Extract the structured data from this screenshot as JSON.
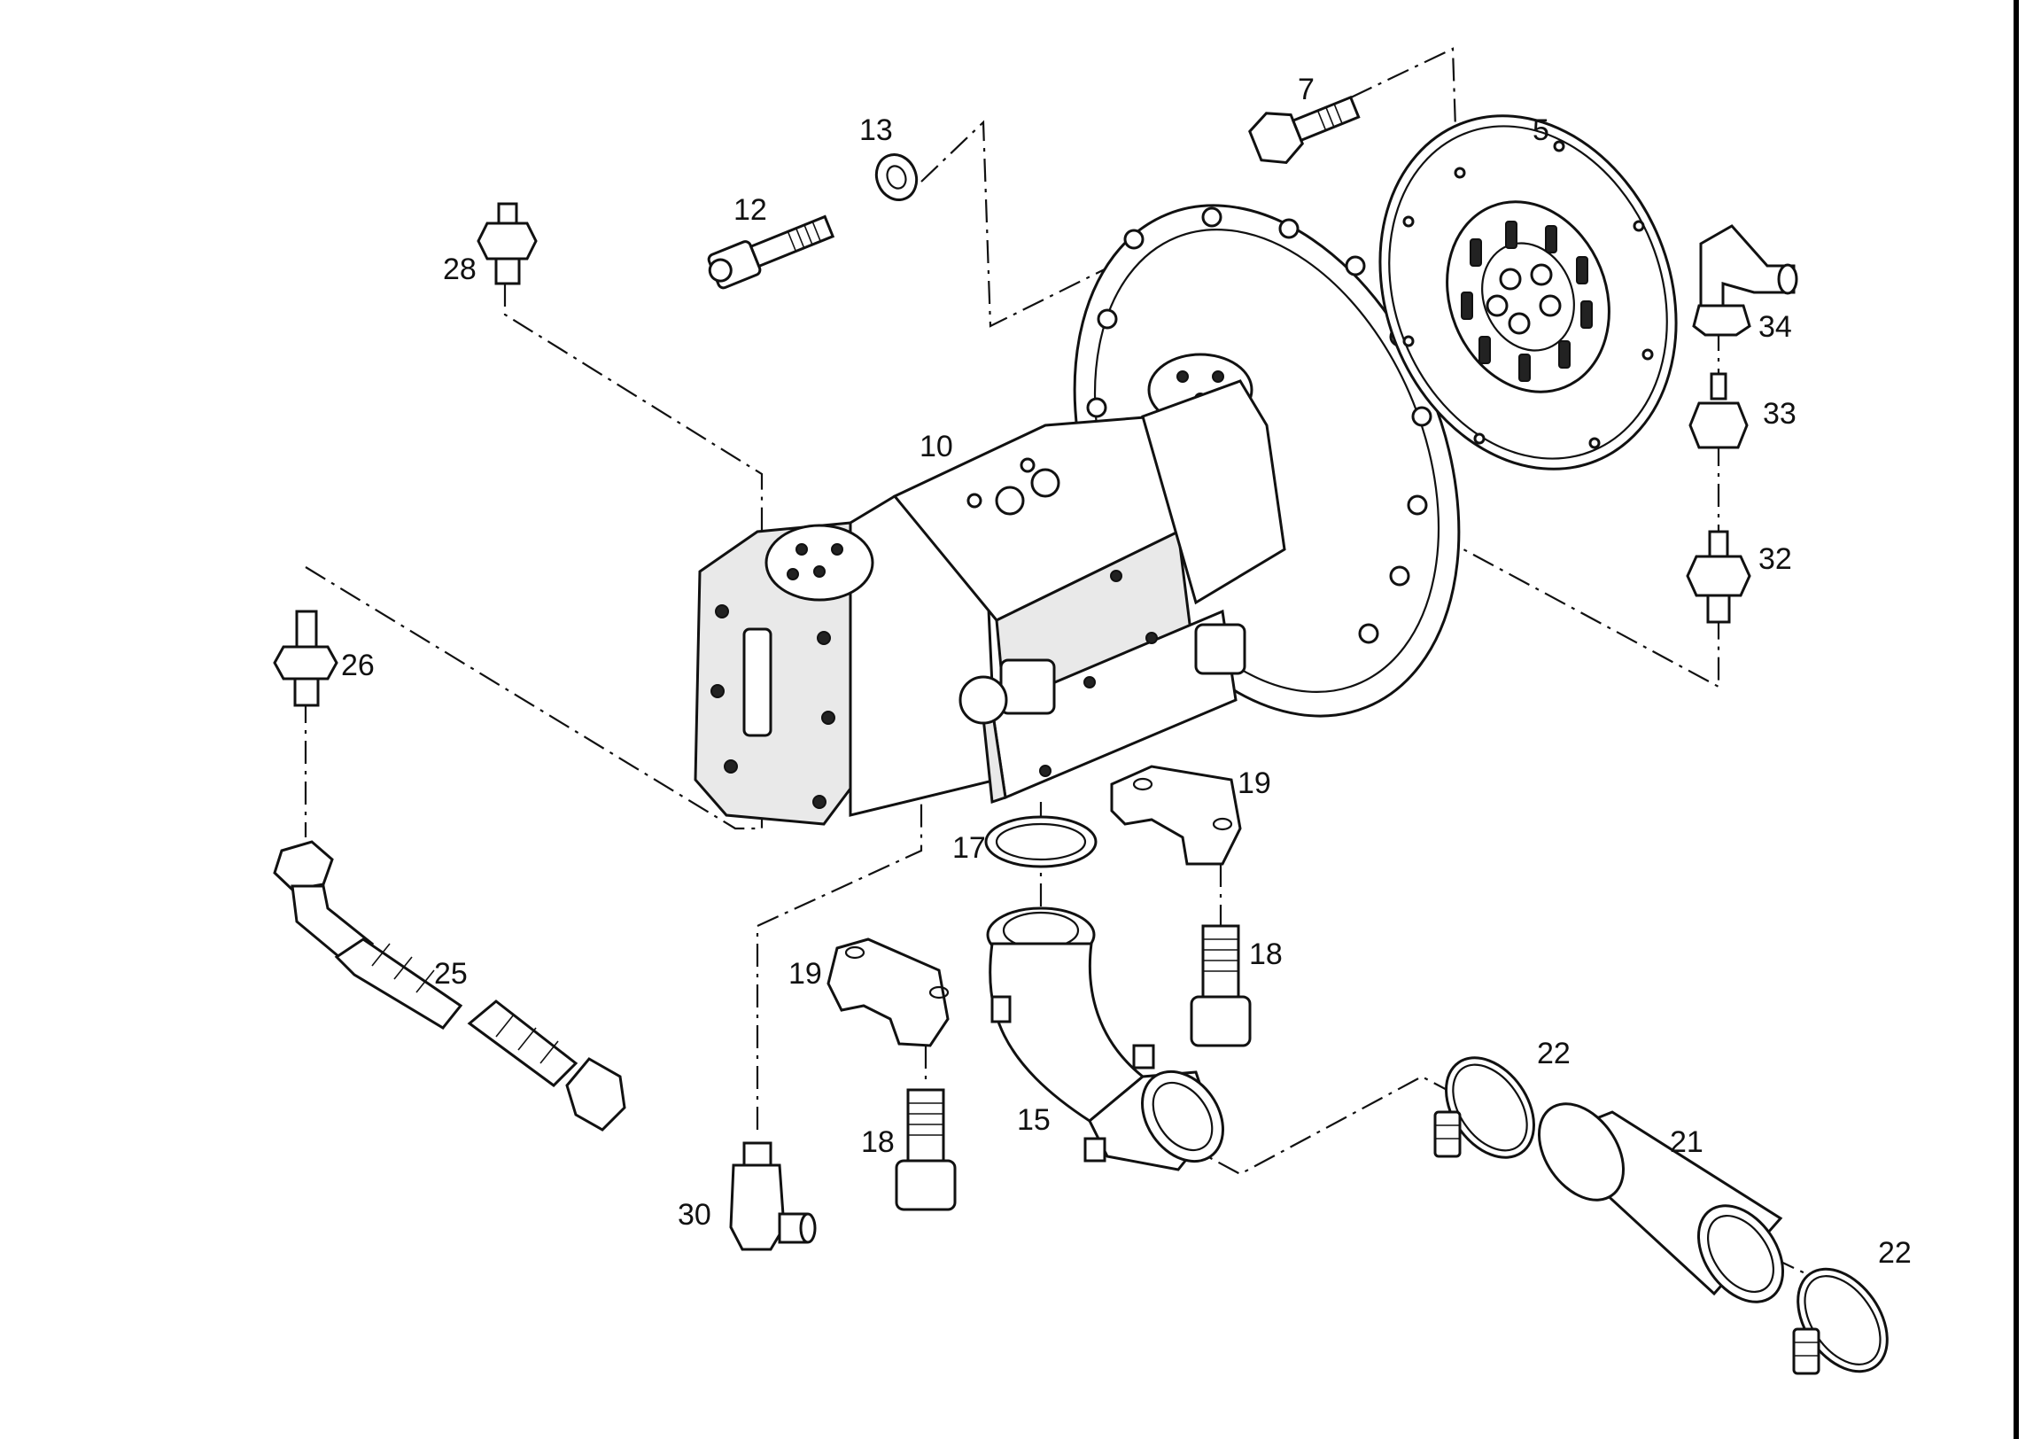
{
  "callouts": [
    {
      "id": "c5",
      "text": "5"
    },
    {
      "id": "c7",
      "text": "7"
    },
    {
      "id": "c10",
      "text": "10"
    },
    {
      "id": "c12",
      "text": "12"
    },
    {
      "id": "c13",
      "text": "13"
    },
    {
      "id": "c15",
      "text": "15"
    },
    {
      "id": "c17",
      "text": "17"
    },
    {
      "id": "c18a",
      "text": "18"
    },
    {
      "id": "c18b",
      "text": "18"
    },
    {
      "id": "c19a",
      "text": "19"
    },
    {
      "id": "c19b",
      "text": "19"
    },
    {
      "id": "c21",
      "text": "21"
    },
    {
      "id": "c22a",
      "text": "22"
    },
    {
      "id": "c22b",
      "text": "22"
    },
    {
      "id": "c25",
      "text": "25"
    },
    {
      "id": "c26",
      "text": "26"
    },
    {
      "id": "c28",
      "text": "28"
    },
    {
      "id": "c30",
      "text": "30"
    },
    {
      "id": "c32",
      "text": "32"
    },
    {
      "id": "c33",
      "text": "33"
    },
    {
      "id": "c34",
      "text": "34"
    }
  ]
}
